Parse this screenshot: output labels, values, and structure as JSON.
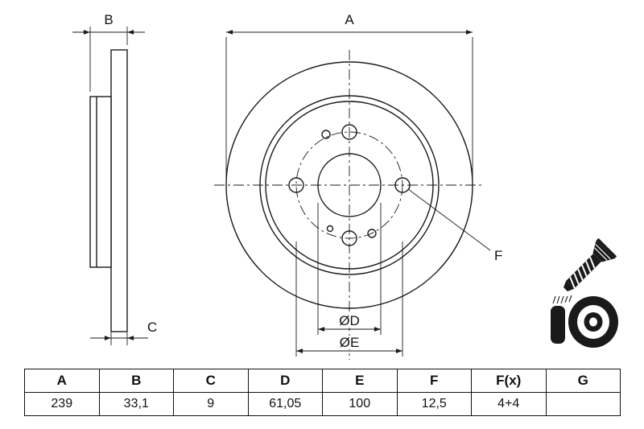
{
  "drawing": {
    "labels": {
      "a": "A",
      "b": "B",
      "c": "C",
      "d": "ØD",
      "e": "ØE",
      "f": "F"
    }
  },
  "table": {
    "headers": [
      "A",
      "B",
      "C",
      "D",
      "E",
      "F",
      "F(x)",
      "G"
    ],
    "values": [
      "239",
      "33,1",
      "9",
      "61,05",
      "100",
      "12,5",
      "4+4",
      ""
    ]
  },
  "icons": {
    "screw": "countersunk-screw-icon",
    "disc": "brake-disc-icon"
  },
  "colors": {
    "line": "#1a1a1a",
    "background": "#ffffff"
  }
}
